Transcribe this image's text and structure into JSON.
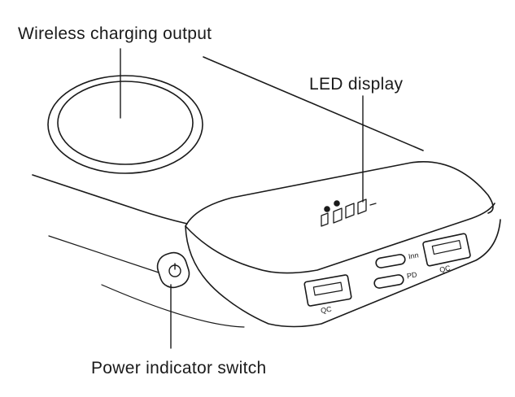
{
  "labels": {
    "wireless": "Wireless charging output",
    "led": "LED display",
    "power": "Power indicator switch"
  },
  "ports": {
    "qc_left": "QC",
    "qc_right": "QC",
    "usbc_in": "Inn",
    "usbc_pd": "PD"
  },
  "colors": {
    "line": "#1a1a1a",
    "background": "#ffffff"
  }
}
